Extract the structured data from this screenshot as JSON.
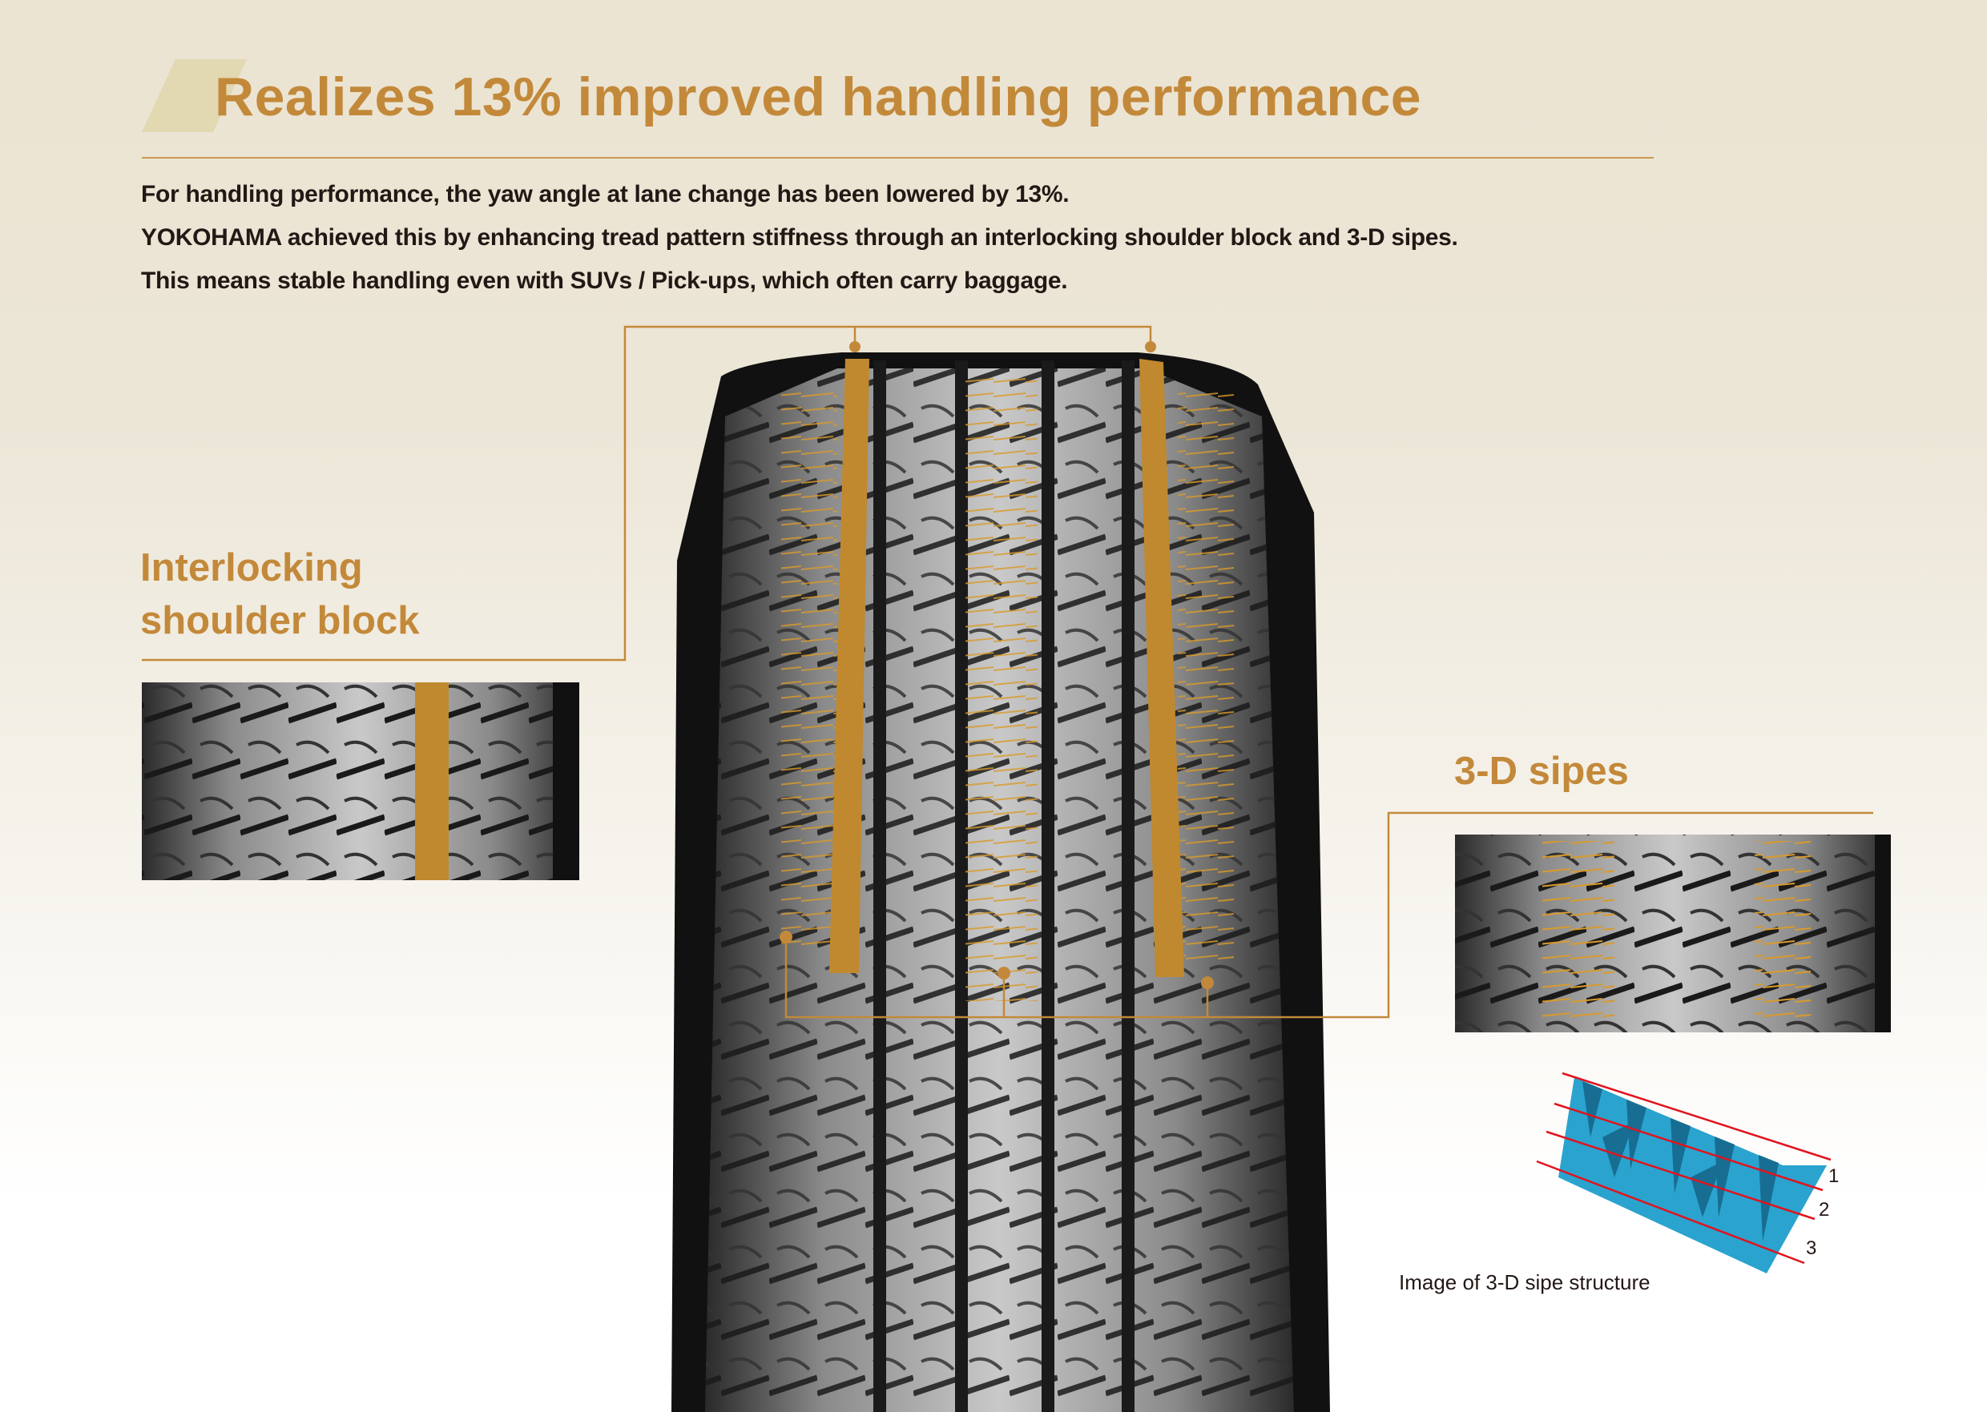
{
  "title": "Realizes 13% improved handling performance",
  "description": [
    "For handling performance, the yaw angle at lane change has been lowered by 13%.",
    "YOKOHAMA achieved this by enhancing tread pattern stiffness through an interlocking shoulder block and 3-D sipes.",
    "This means stable handling even with SUVs / Pick-ups, which often carry baggage."
  ],
  "features": {
    "shoulder": {
      "line1": "Interlocking",
      "line2": "shoulder block"
    },
    "sipes": {
      "label": "3-D sipes"
    }
  },
  "sipe_diagram": {
    "caption": "Image of 3-D sipe structure",
    "layers": [
      "1",
      "2",
      "3"
    ]
  },
  "colors": {
    "accent": "#c3893a",
    "text": "#231815",
    "sipe_blue": "#2aa3cf",
    "sipe_line": "#e0141e"
  }
}
